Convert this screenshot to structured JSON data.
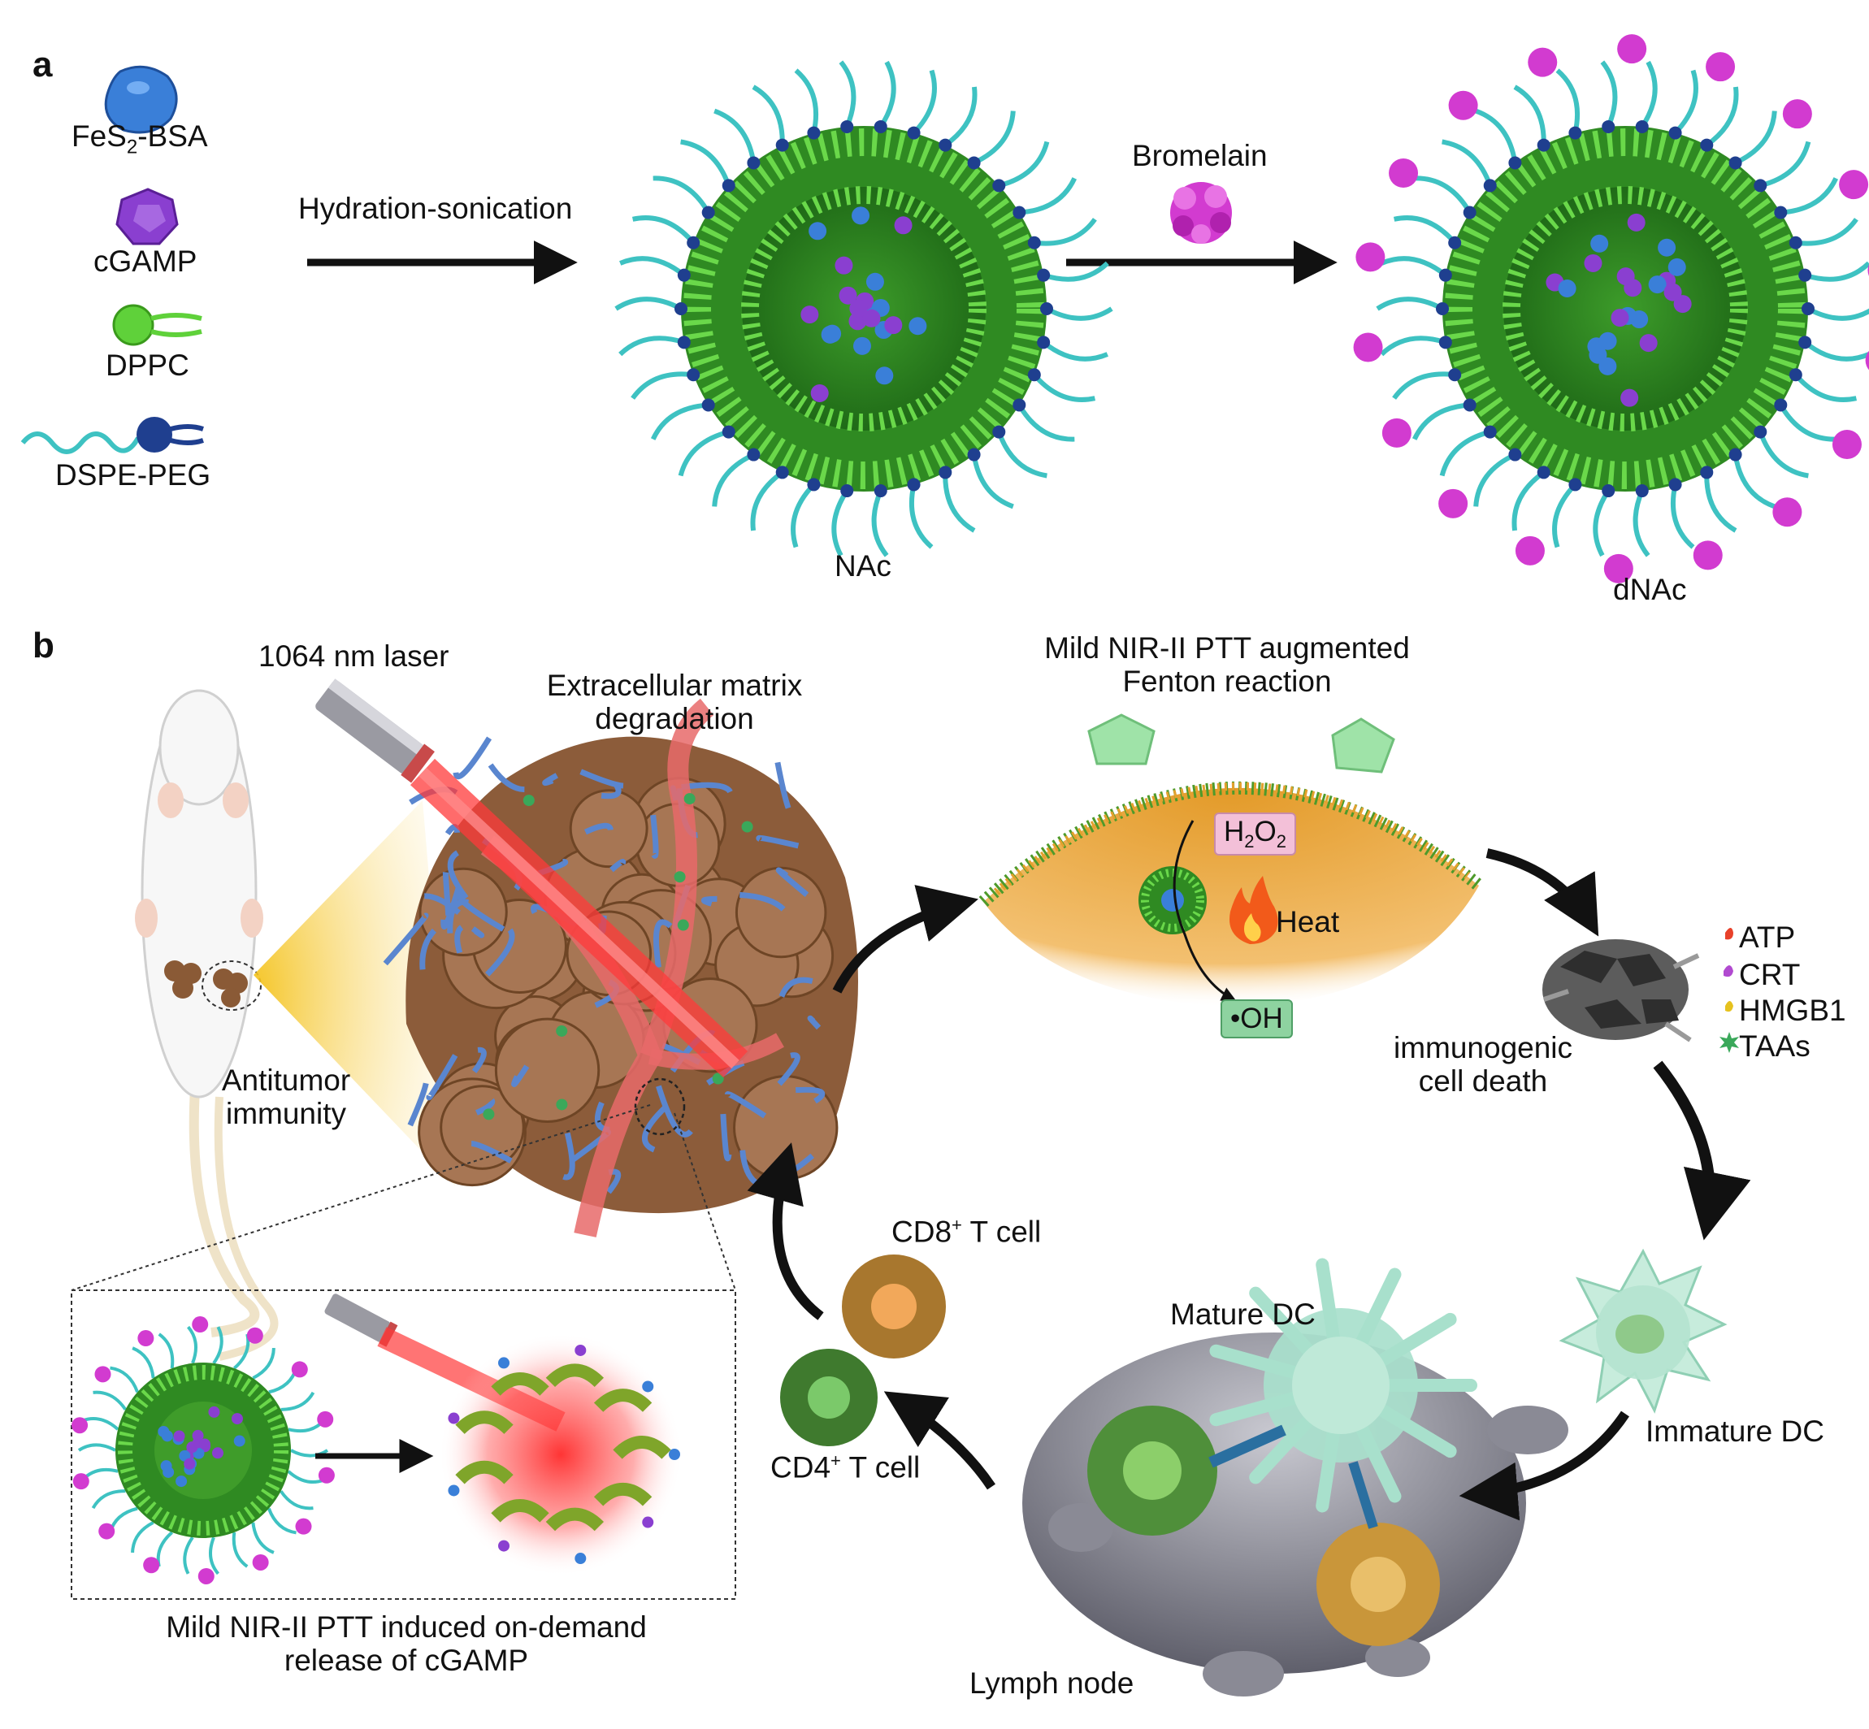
{
  "panel_a": {
    "label": "a",
    "legend": {
      "fes2_prefix": "FeS",
      "fes2_sub": "2",
      "fes2_suffix": "-BSA",
      "cgamp": "cGAMP",
      "dppc": "DPPC",
      "dspe_peg": "DSPE-PEG"
    },
    "step1_label": "Hydration-sonication",
    "step2_label": "Bromelain",
    "nac_label": "NAc",
    "dnac_label": "dNAc"
  },
  "panel_b": {
    "label": "b",
    "laser_label": "1064 nm laser",
    "ecm_label_line1": "Extracellular matrix",
    "ecm_label_line2": "degradation",
    "antitumor_line1": "Antitumor",
    "antitumor_line2": "immunity",
    "fenton_line1": "Mild NIR-II PTT augmented",
    "fenton_line2": "Fenton reaction",
    "h2o2_prefix": "H",
    "h2o2_sub1": "2",
    "h2o2_mid": "O",
    "h2o2_sub2": "2",
    "heat_label": "Heat",
    "oh_label": "•OH",
    "icd_line1": "immunogenic",
    "icd_line2": "cell death",
    "damps": [
      "ATP",
      "CRT",
      "HMGB1",
      "TAAs"
    ],
    "immature_dc": "Immature DC",
    "mature_dc": "Mature DC",
    "lymph_node": "Lymph node",
    "cd8_prefix": "CD8",
    "cd8_sup": "+",
    "cd8_suffix": " T cell",
    "cd4_prefix": "CD4",
    "cd4_sup": "+",
    "cd4_suffix": " T cell",
    "release_line1": "Mild NIR-II PTT induced on-demand",
    "release_line2": "release of cGAMP"
  },
  "colors": {
    "lipid_green": "#5fd13a",
    "peg_cyan": "#3ec2c2",
    "dspe_blue": "#1f3f8f",
    "fes2_blue": "#3a7fd8",
    "cgamp_purple": "#8a3fd0",
    "bromelain_magenta": "#d23bd0",
    "laser_red": "#ff3a3a",
    "tumor_brown": "#9a6a45",
    "ecm_blue": "#5a86cf",
    "membrane_orange": "#e6a12e",
    "h2o2_box": "#f3c0d8",
    "oh_box": "#8ed3a0",
    "dc_mint": "#a8e0cc",
    "lymph_gray": "#7d7d88"
  }
}
